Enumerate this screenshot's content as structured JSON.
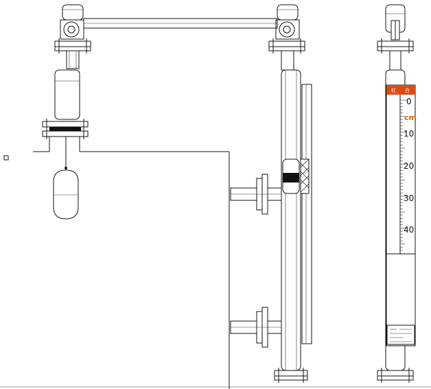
{
  "scale": {
    "unit": "cm",
    "ticks": [
      "0",
      "10",
      "20",
      "30",
      "40"
    ],
    "header_cells": [
      "红",
      "白"
    ]
  },
  "colors": {
    "line": "#111111",
    "scale_header": "#e04a10",
    "unit_label": "#e06000",
    "scale_face": "#ffffff"
  },
  "icons": {
    "small_square": "square-marker-icon",
    "float_ball": "float-ball-icon",
    "magnetic_float": "magnetic-float-icon"
  }
}
